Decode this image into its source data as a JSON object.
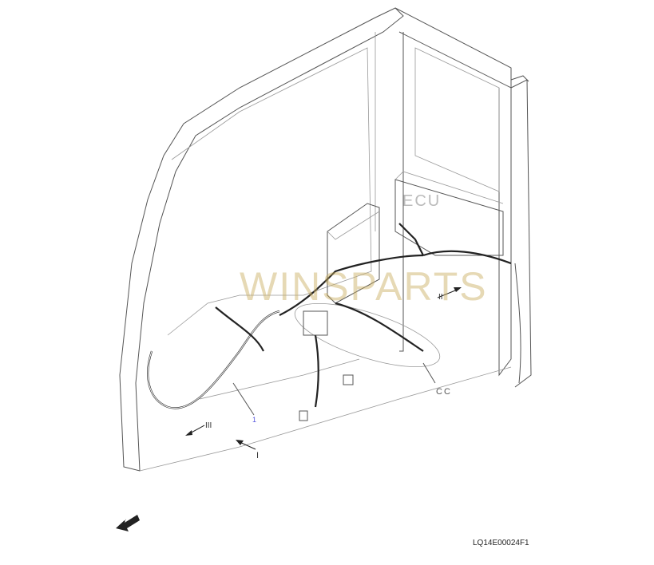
{
  "diagram": {
    "drawing_code": "LQ14E00024F1",
    "callouts": {
      "part_1": "1",
      "detail_cc": "CC"
    },
    "view_arrows": {
      "view_1": "I",
      "view_2": "II",
      "view_3": "III"
    },
    "component_labels": {
      "ecu": "ECU"
    },
    "direction_indicator": "FWD",
    "watermark": "WINSPARTS"
  }
}
